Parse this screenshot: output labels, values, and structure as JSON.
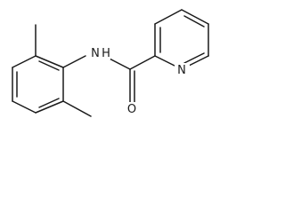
{
  "molecule": {
    "atoms": {
      "amide_nitrogen": "N",
      "amide_hydrogen": "H",
      "ring_nitrogen": "N",
      "carbonyl_oxygen": "O"
    }
  }
}
